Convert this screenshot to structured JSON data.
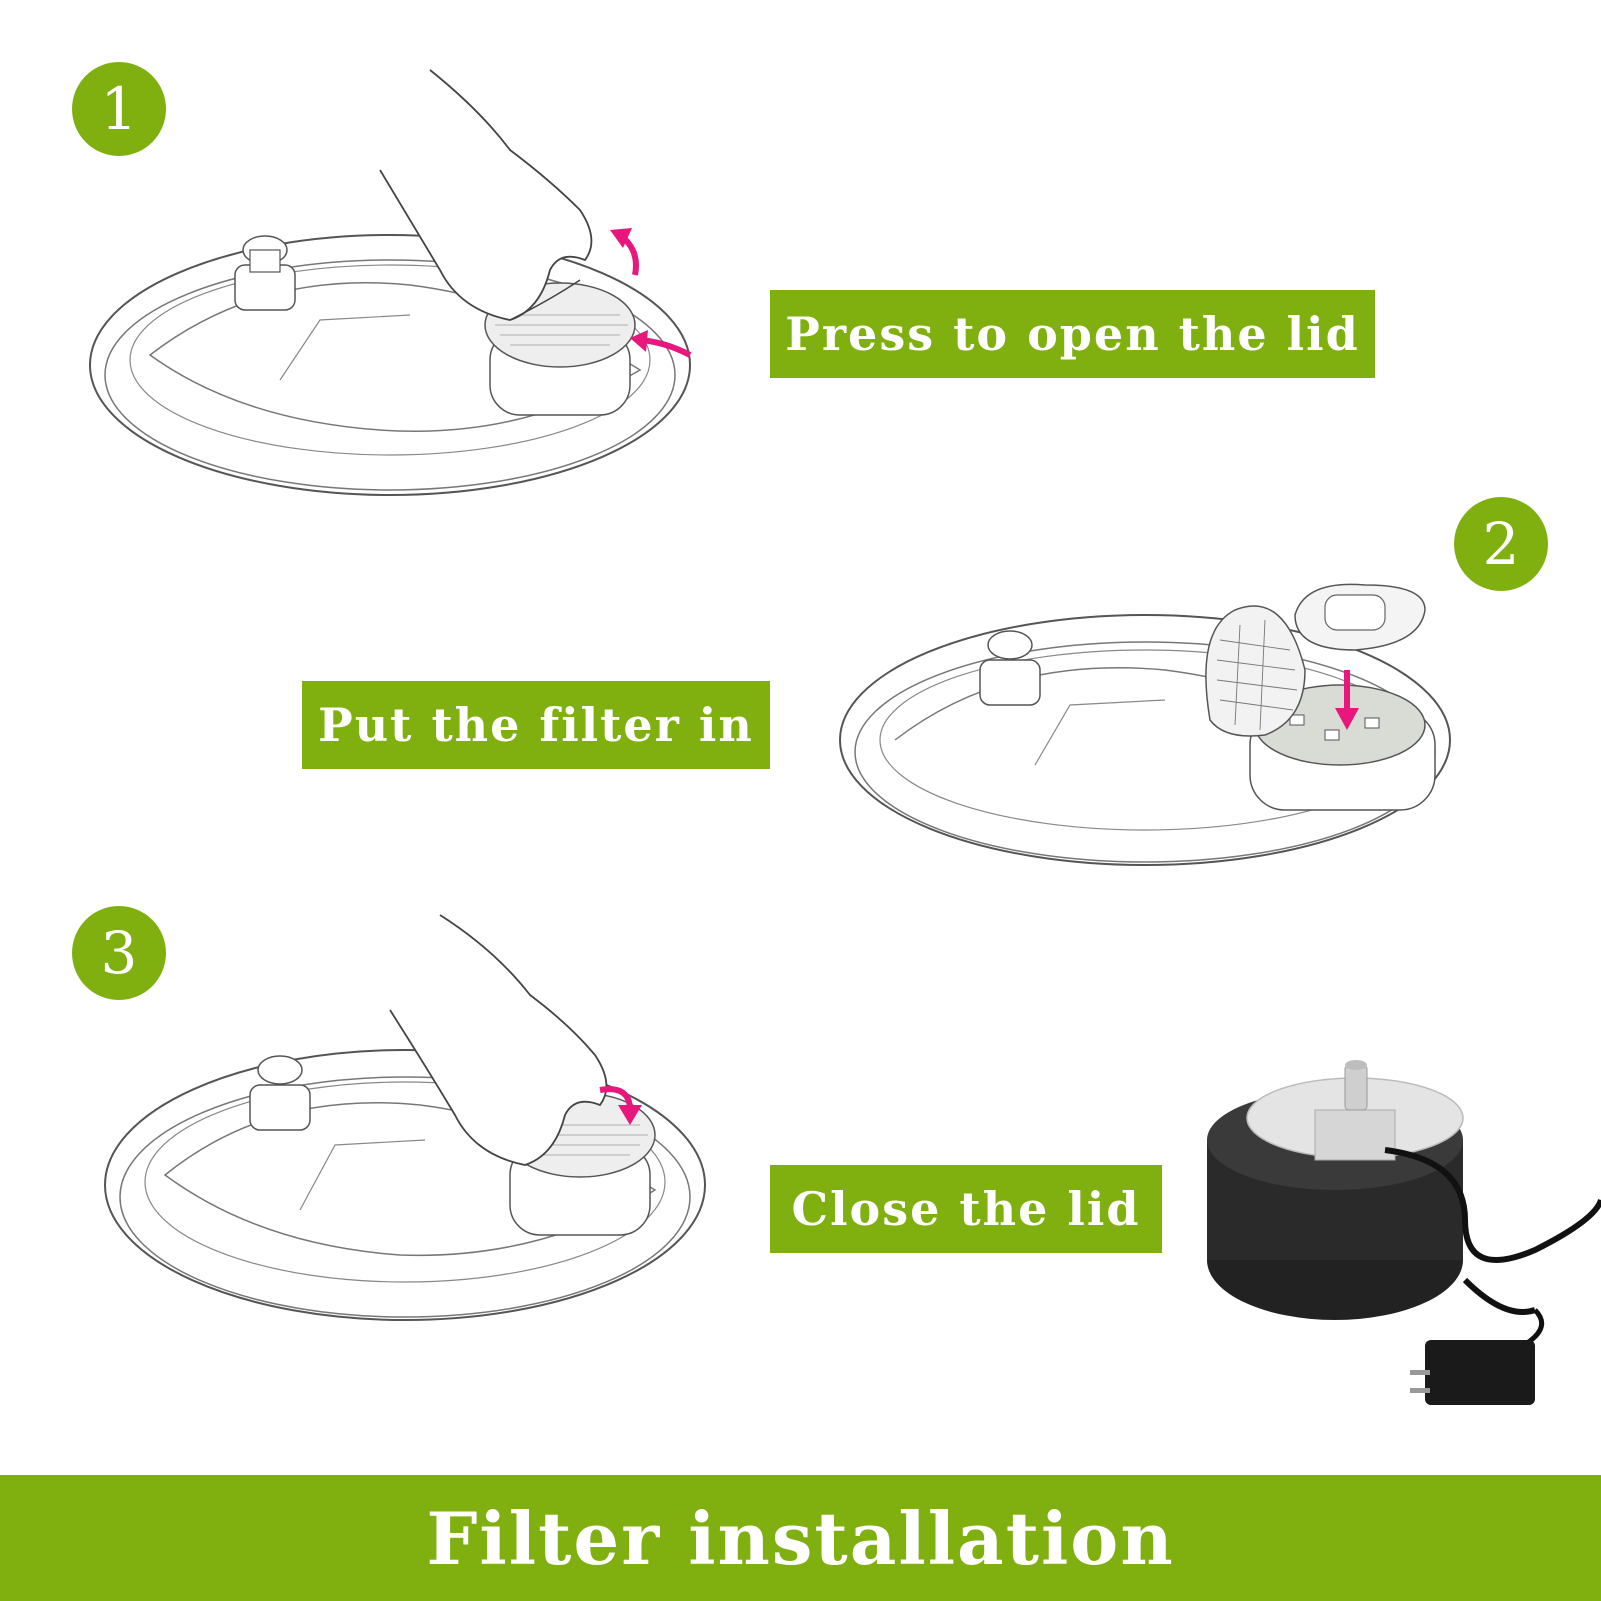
{
  "steps": [
    {
      "number": "1",
      "label": "Press to open the lid"
    },
    {
      "number": "2",
      "label": "Put the filter in"
    },
    {
      "number": "3",
      "label": "Close the lid"
    }
  ],
  "footer": {
    "title": "Filter installation"
  },
  "colors": {
    "accent": "#7fb00f",
    "arrow": "#e8177d",
    "text_on_accent": "#ffffff",
    "line_art": "#555555",
    "sponge": "#2a2a2a"
  }
}
